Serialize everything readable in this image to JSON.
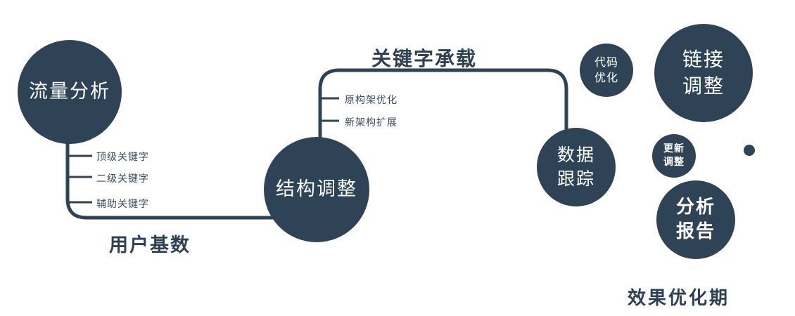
{
  "colors": {
    "primary": "#2e4355",
    "text": "#2e4154",
    "node_text": "#ffffff"
  },
  "nodes": {
    "traffic_analysis": {
      "label": "流量分析"
    },
    "structure_adjustment": {
      "label": "结构调整"
    },
    "data_tracking": {
      "label": "数据\n跟踪"
    },
    "code_optimization": {
      "label": "代码\n优化"
    },
    "link_adjustment": {
      "label": "链接\n调整"
    },
    "update_adjustment": {
      "label": "更新\n调整"
    },
    "analysis_report": {
      "label": "分析\n报告"
    }
  },
  "edge_labels": {
    "user_base": "用户基数",
    "keyword_carry": "关键字承载"
  },
  "tick_labels": {
    "left": [
      "顶级关键字",
      "二级关键字",
      "辅助关键字"
    ],
    "middle": [
      "原构架优化",
      "新架构扩展"
    ]
  },
  "caption": "效果优化期"
}
